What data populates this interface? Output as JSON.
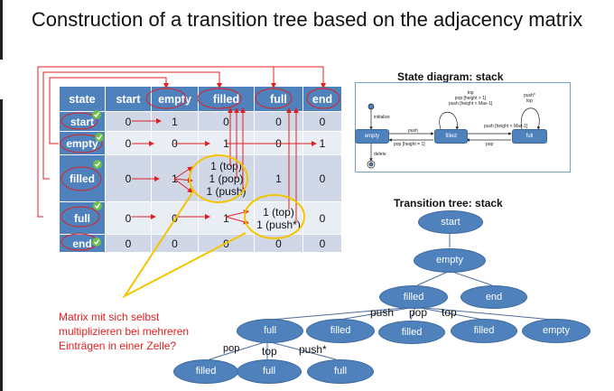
{
  "title": "Construction of a transition tree based on the adjacency matrix",
  "matrix": {
    "corner": "state",
    "columns": [
      "start",
      "empty",
      "filled",
      "full",
      "end"
    ],
    "rows": [
      {
        "state": "start",
        "cells": [
          "0",
          "1",
          "0",
          "0",
          "0"
        ]
      },
      {
        "state": "empty",
        "cells": [
          "0",
          "0",
          "1",
          "0",
          "1"
        ]
      },
      {
        "state": "filled",
        "cells": [
          "0",
          "1",
          [
            "1 (top)",
            "1 (pop)",
            "1 (push)"
          ],
          "1",
          "0"
        ]
      },
      {
        "state": "full",
        "cells": [
          "0",
          "0",
          "1",
          [
            "1 (top)",
            "1 (push*)"
          ],
          "0"
        ]
      },
      {
        "state": "end",
        "cells": [
          "0",
          "0",
          "0",
          "0",
          "0"
        ]
      }
    ]
  },
  "note": "Matrix mit sich selbst multiplizieren bei mehreren Einträgen in einer Zelle?",
  "state_diagram": {
    "title": "State diagram: stack",
    "nodes": {
      "empty": "empty",
      "filled": "filled",
      "full": "full"
    },
    "labels": {
      "initialize": "initialize",
      "delete": "delete",
      "push1": "push",
      "pop1": "pop [height = 1]",
      "push2": "push [height < Max-1]",
      "pop2": "pop",
      "self_filled": [
        "top",
        "pop [height > 1]",
        "push [height < Max-1]"
      ],
      "self_full": [
        "push*",
        "top"
      ]
    }
  },
  "transition_tree": {
    "title": "Transition tree: stack",
    "nodes": {
      "start": "start",
      "empty": "empty",
      "filled": "filled",
      "end": "end",
      "full_l3": "full",
      "filled_l3a": "filled",
      "filled_l3b": "filled",
      "filled_l3c": "filled",
      "empty_l3": "empty",
      "filled_l4": "filled",
      "full_l4a": "full",
      "full_l4b": "full"
    },
    "edge_labels": {
      "push": "push",
      "pop": "pop",
      "top": "top",
      "pop2": "pop",
      "top2": "top",
      "push_star": "push*"
    }
  },
  "colors": {
    "header": "#4f81bd",
    "accent_red": "#e02020",
    "highlight": "#f5c400",
    "check": "#6cc04a"
  }
}
